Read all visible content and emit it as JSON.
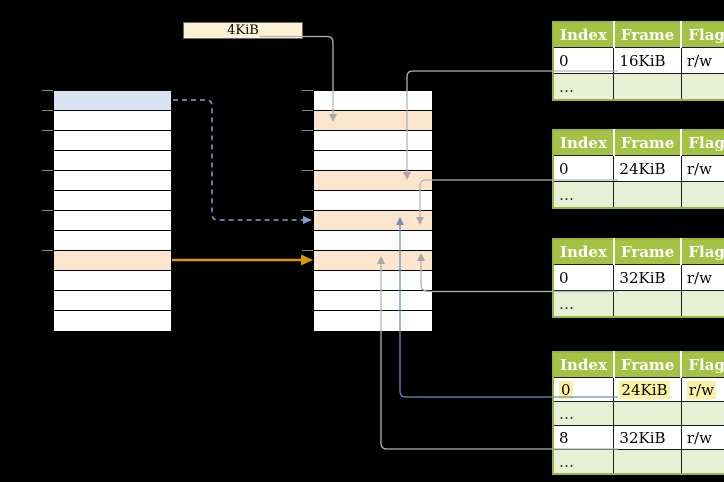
{
  "page_size_label": "4KiB",
  "left_column": {
    "rows": [
      "blue",
      "plain",
      "plain",
      "plain",
      "plain",
      "plain",
      "plain",
      "plain",
      "orange",
      "plain",
      "plain",
      "plain"
    ]
  },
  "middle_column": {
    "rows": [
      "plain",
      "orange",
      "plain",
      "plain",
      "orange",
      "plain",
      "orange",
      "plain",
      "orange",
      "plain",
      "plain",
      "plain"
    ]
  },
  "page_tables": [
    {
      "headers": [
        "Index",
        "Frame",
        "Flags"
      ],
      "rows": [
        {
          "cells": [
            "0",
            "16KiB",
            "r/w"
          ],
          "variant": "plain"
        },
        {
          "cells": [
            "…",
            "",
            ""
          ],
          "variant": "dots"
        }
      ]
    },
    {
      "headers": [
        "Index",
        "Frame",
        "Flags"
      ],
      "rows": [
        {
          "cells": [
            "0",
            "24KiB",
            "r/w"
          ],
          "variant": "plain"
        },
        {
          "cells": [
            "…",
            "",
            ""
          ],
          "variant": "dots"
        }
      ]
    },
    {
      "headers": [
        "Index",
        "Frame",
        "Flags"
      ],
      "rows": [
        {
          "cells": [
            "0",
            "32KiB",
            "r/w"
          ],
          "variant": "plain"
        },
        {
          "cells": [
            "…",
            "",
            ""
          ],
          "variant": "dots"
        }
      ]
    },
    {
      "headers": [
        "Index",
        "Frame",
        "Flags"
      ],
      "rows": [
        {
          "cells": [
            "0",
            "24KiB",
            "r/w"
          ],
          "variant": "highlight"
        },
        {
          "cells": [
            "…",
            "",
            ""
          ],
          "variant": "dots"
        },
        {
          "cells": [
            "8",
            "32KiB",
            "r/w"
          ],
          "variant": "plain"
        },
        {
          "cells": [
            "…",
            "",
            ""
          ],
          "variant": "dots"
        }
      ]
    }
  ],
  "colors": {
    "background": "#000000",
    "cell_blue": "#d9e2f3",
    "cell_orange": "#fce5cd",
    "label_box_bg": "#fdf1d3",
    "table_header_bg": "#a4c244",
    "table_border_green": "#9ab43c",
    "table_alt_row_bg": "#e7efd5",
    "highlight_yellow": "#fbf1a0",
    "connector_gray": "#b4b4b4",
    "arrow_gray": "#a9a9a9",
    "connector_blue": "#6d8ec3",
    "connector_blue_dashed": "#7aa5d8",
    "connector_gold": "#d79b00"
  }
}
